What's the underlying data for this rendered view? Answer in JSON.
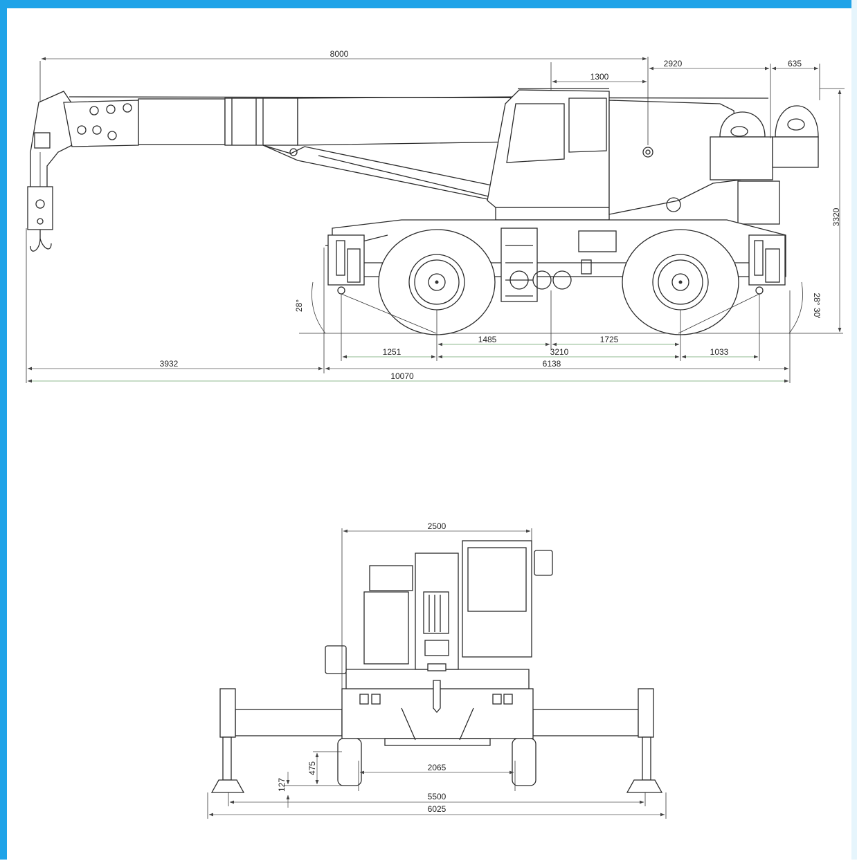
{
  "colors": {
    "border": "#1fa3e8",
    "line": "#2a2a2a",
    "dimension": "#555555",
    "accent_green": "#6aa06a"
  },
  "side_view": {
    "dims": {
      "boom_length": "8000",
      "rear_to_pivot": "2920",
      "counterweight_overhang": "635",
      "cab_to_pivot": "1300",
      "height": "3320",
      "approach_angle": "28°",
      "departure_angle": "28° 30'",
      "front_axle_to_center": "1485",
      "center_to_rear_axle": "1725",
      "front_overhang": "1251",
      "wheelbase": "3210",
      "rear_overhang": "1033",
      "boom_front_overhang": "3932",
      "chassis_length": "6138",
      "overall_length": "10070"
    }
  },
  "front_view": {
    "dims": {
      "width": "2500",
      "ground_clearance": "475",
      "pad_offset": "127",
      "track_width": "2065",
      "outrigger_span_inner": "5500",
      "outrigger_span_outer": "6025"
    }
  }
}
